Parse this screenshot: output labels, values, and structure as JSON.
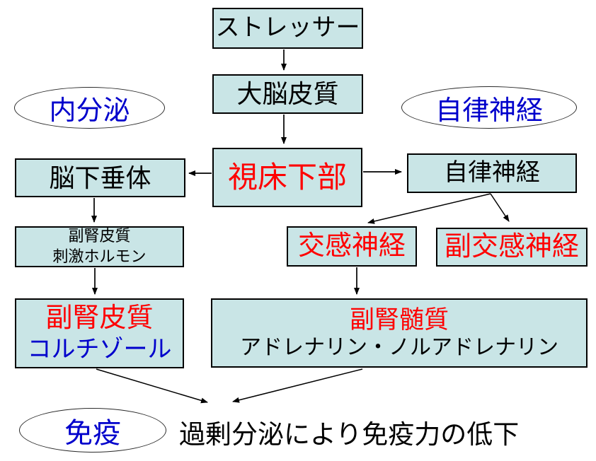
{
  "colors": {
    "box_fill": "#c9e5e6",
    "box_border": "#000000",
    "red_text": "#ff0000",
    "blue_text": "#0000cc",
    "black_text": "#000000",
    "background": "#ffffff"
  },
  "boxes": {
    "stressor": {
      "label": "ストレッサー"
    },
    "cerebral_cortex": {
      "label": "大脳皮質"
    },
    "hypothalamus": {
      "label": "視床下部"
    },
    "pituitary": {
      "label": "脳下垂体"
    },
    "autonomic_nerve": {
      "label": "自律神経"
    },
    "acth": {
      "line1": "副腎皮質",
      "line2": "刺激ホルモン"
    },
    "sympathetic": {
      "label": "交感神経"
    },
    "parasympathetic": {
      "label": "副交感神経"
    },
    "adrenal_cortex": {
      "title": "副腎皮質",
      "subtitle": "コルチゾール"
    },
    "adrenal_medulla": {
      "title": "副腎髄質",
      "subtitle": "アドレナリン・ノルアドレナリン"
    }
  },
  "ellipses": {
    "endocrine": {
      "label": "内分泌"
    },
    "autonomic": {
      "label": "自律神経"
    },
    "immunity": {
      "label": "免疫"
    }
  },
  "caption": {
    "text": "過剰分泌により免疫力の低下"
  }
}
